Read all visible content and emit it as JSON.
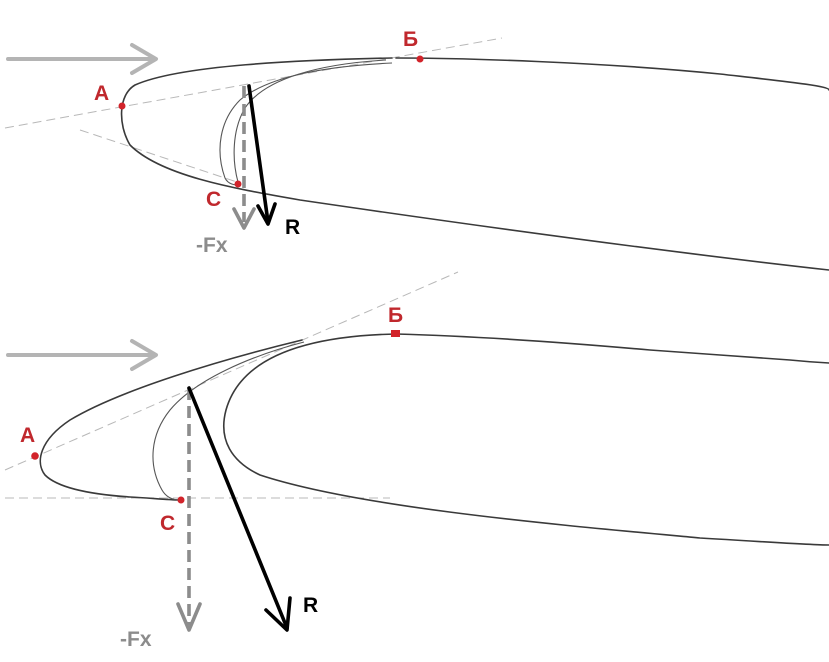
{
  "figures": [
    {
      "id": "top",
      "labels": {
        "point_a": "А",
        "point_b": "Б",
        "point_c": "С",
        "force_r": "R",
        "force_fx": "-Fx"
      }
    },
    {
      "id": "bottom",
      "labels": {
        "point_a": "А",
        "point_b": "Б",
        "point_c": "С",
        "force_r": "R",
        "force_fx": "-Fx"
      }
    }
  ],
  "colors": {
    "point_label": "#c0282d",
    "force_r": "#000000",
    "force_fx": "#8c8c8c",
    "flow_arrow": "#b4b4b4",
    "guide_lines": "#b8b8b8",
    "outline": "#3a3a3a"
  }
}
